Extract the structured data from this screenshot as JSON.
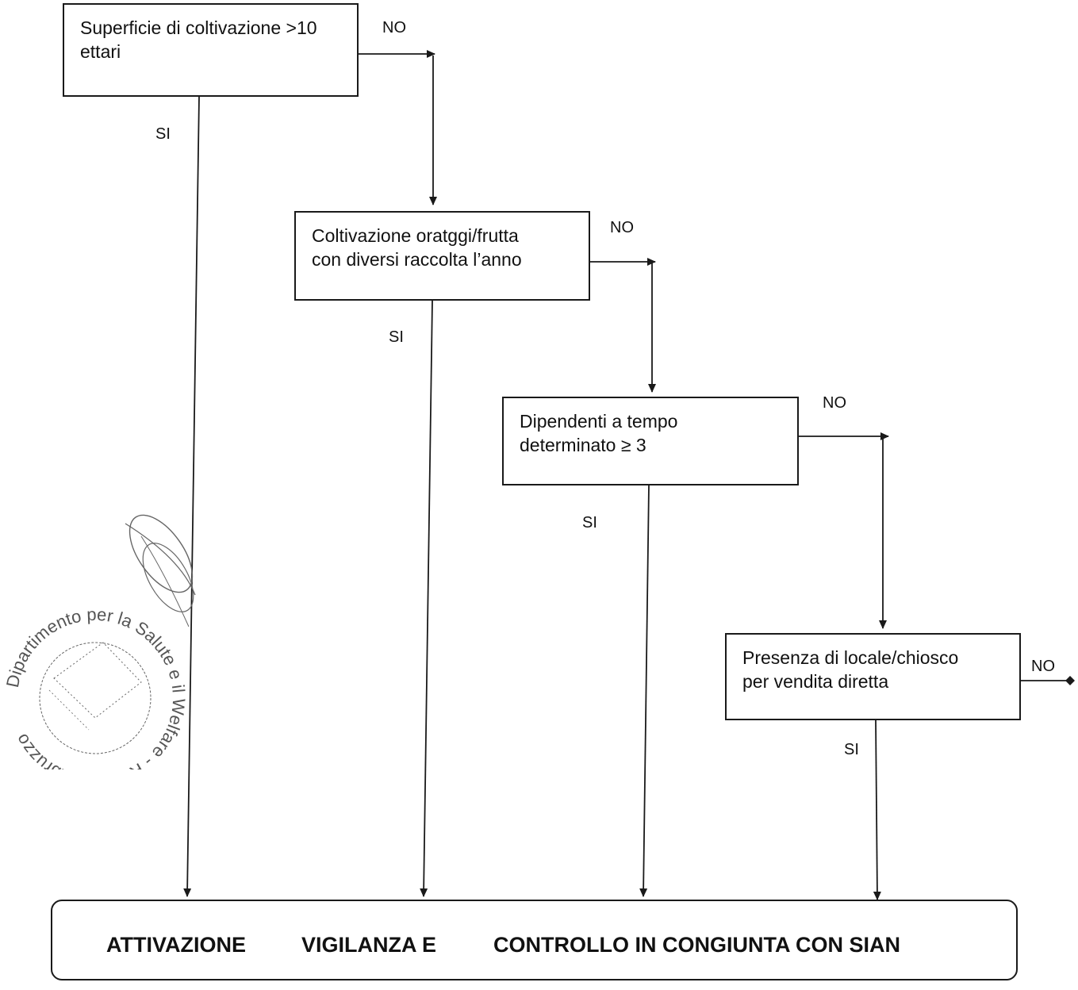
{
  "decisions": [
    {
      "id": "q1",
      "lines": [
        "Superficie di coltivazione >10",
        "ettari"
      ],
      "yes_label": "SI",
      "no_label": "NO"
    },
    {
      "id": "q2",
      "lines": [
        "Coltivazione oratggi/frutta",
        "con diversi raccolta l’anno"
      ],
      "yes_label": "SI",
      "no_label": "NO"
    },
    {
      "id": "q3",
      "lines": [
        "Dipendenti a tempo",
        "determinato  ≥ 3"
      ],
      "yes_label": "SI",
      "no_label": "NO"
    },
    {
      "id": "q4",
      "lines": [
        "Presenza di locale/chiosco",
        "per vendita diretta"
      ],
      "yes_label": "SI",
      "no_label": "NO"
    }
  ],
  "outcome": {
    "words": [
      "ATTIVAZIONE",
      "VIGILANZA  E",
      "CONTROLLO  IN CONGIUNTA CON SIAN"
    ]
  },
  "stamp": {
    "text": "Dipartimento per la Salute e il Welfare - Regione Abruzzo"
  },
  "colors": {
    "line": "#1a1a1a",
    "stamp": "#666666"
  }
}
